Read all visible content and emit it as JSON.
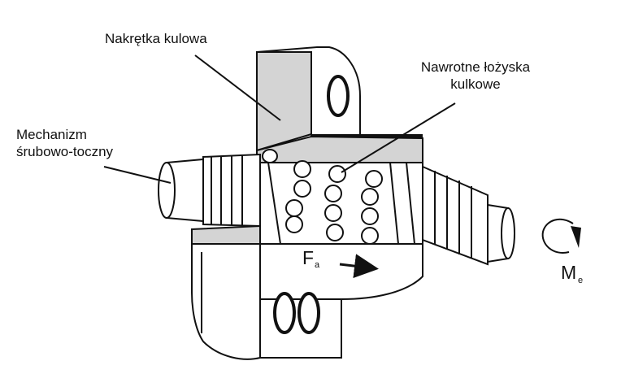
{
  "labels": {
    "nut": "Nakrętka kulowa",
    "bearings_line1": "Nawrotne łożyska",
    "bearings_line2": "kulkowe",
    "mechanism_line1": "Mechanizm",
    "mechanism_line2": "śrubowo-toczny"
  },
  "symbols": {
    "force": "F",
    "force_sub": "a",
    "moment": "M",
    "moment_sub": "e"
  }
}
